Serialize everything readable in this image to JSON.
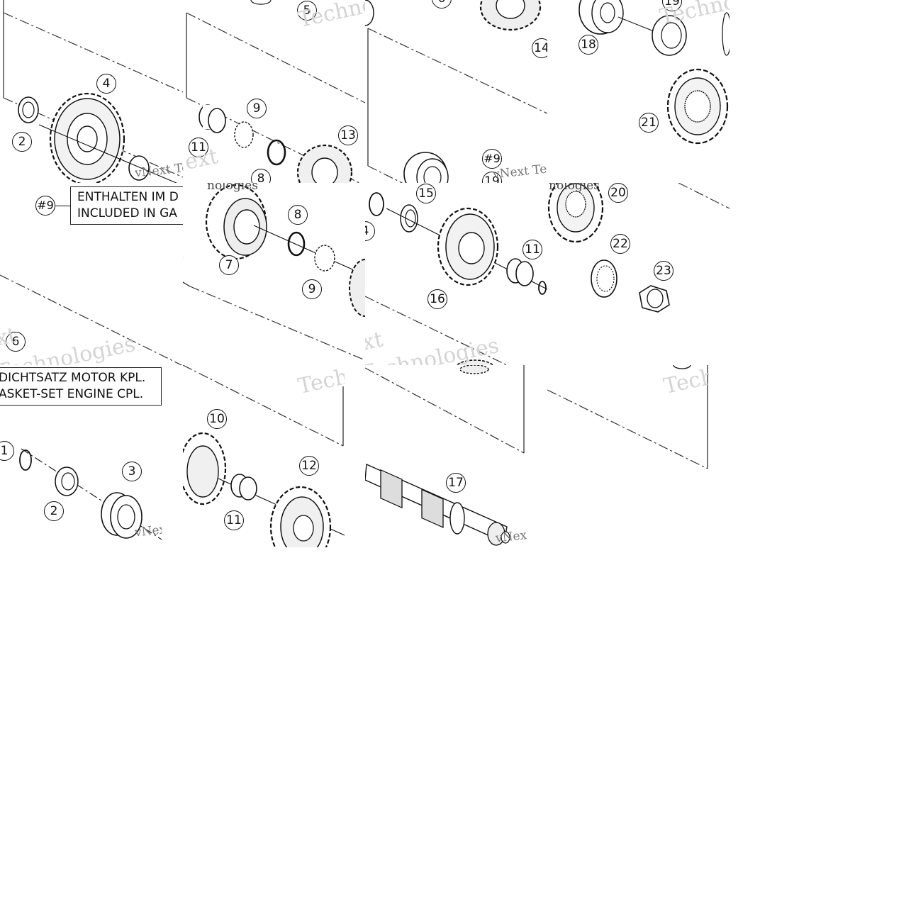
{
  "diagram": {
    "callouts": {
      "c1": "1",
      "c2a": "2",
      "c2b": "2",
      "c3": "3",
      "c4": "4",
      "c5": "5",
      "c6": "6",
      "c7": "7",
      "c8a": "8",
      "c8b": "8",
      "c9a": "9",
      "c9b": "9",
      "c10": "10",
      "c11a": "11",
      "c11b": "11",
      "c11c": "11",
      "c12": "12",
      "c13": "13",
      "c14": "14",
      "c15": "15",
      "c16": "16",
      "c17": "17",
      "c18": "18",
      "c19": "19",
      "c19b": "19",
      "c20": "20",
      "c21": "21",
      "c22": "22",
      "c23": "23",
      "c6top": "6",
      "c4part": "4",
      "ref9a": "#9",
      "ref9b": "#9"
    },
    "notes": {
      "included_de": "ENTHALTEN IM D",
      "included_en": "INCLUDED IN GA",
      "gasket_de": "DICHTSATZ MOTOR KPL.",
      "gasket_en": "ASKET-SET ENGINE CPL."
    },
    "watermarks": {
      "vnext": "vNext",
      "vnext_tec": "vNext Tec",
      "techno": "Techno",
      "technologies": "Technologies",
      "tech": "Tech",
      "xt": "xt",
      "nologies": "nologies"
    }
  },
  "colors": {
    "line": "#111111",
    "watermark": "#cfcfcf",
    "background": "#ffffff"
  }
}
